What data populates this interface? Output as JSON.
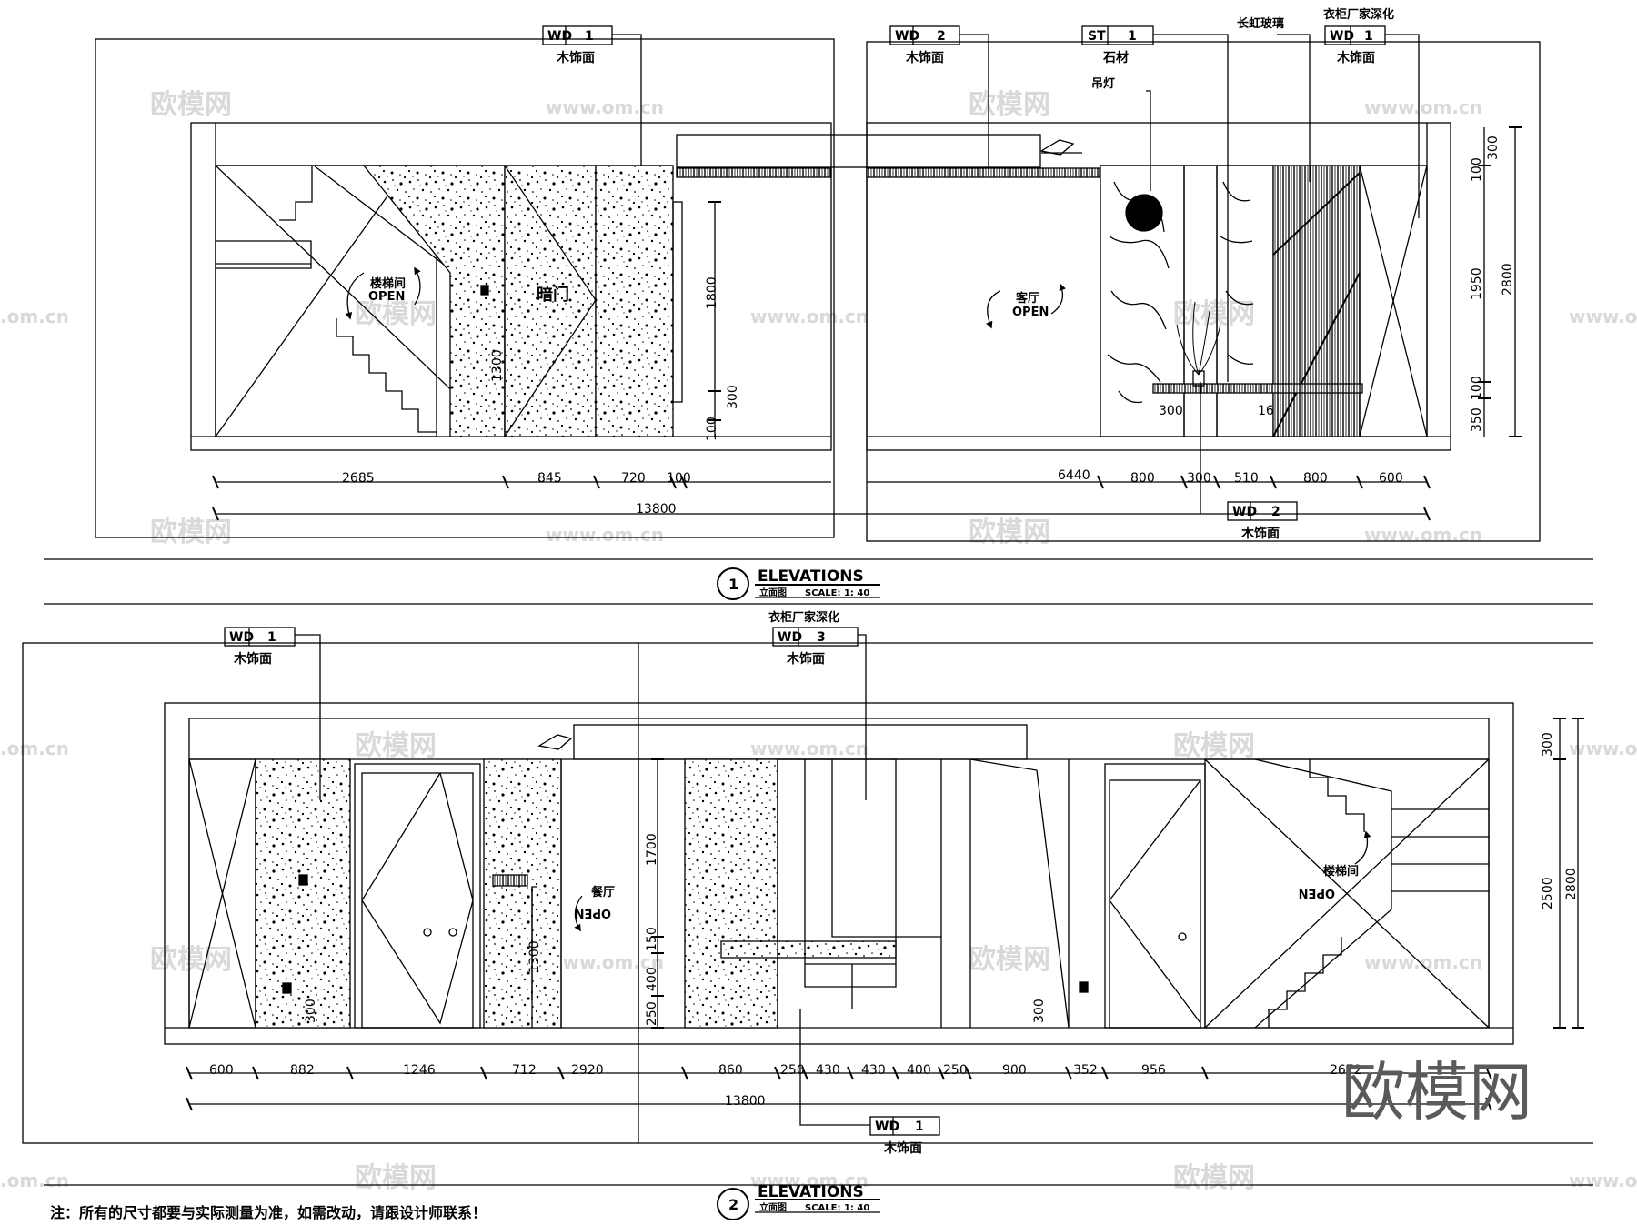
{
  "brand": "欧模网",
  "watermarks": [
    "欧模网",
    "www.om.cn",
    ".om.cn"
  ],
  "tags": {
    "wd1_a": {
      "code": "WD",
      "num": "1",
      "label": "木饰面"
    },
    "wd2_a": {
      "code": "WD",
      "num": "2",
      "label": "木饰面"
    },
    "st1": {
      "code": "ST",
      "num": "1",
      "label": "石材"
    },
    "wd1_b": {
      "code": "WD",
      "num": "1",
      "label": "木饰面"
    },
    "wd2_b": {
      "code": "WD",
      "num": "2",
      "label": "木饰面"
    },
    "wd1_c": {
      "code": "WD",
      "num": "1",
      "label": "木饰面"
    },
    "wd3": {
      "code": "WD",
      "num": "3",
      "label": "木饰面"
    },
    "wd1_d": {
      "code": "WD",
      "num": "1",
      "label": "木饰面"
    }
  },
  "annotations": {
    "changhong": "长虹玻璃",
    "wardrobe_top": "衣柜厂家深化",
    "wardrobe_mid": "衣柜厂家深化",
    "pendant": "吊灯",
    "stair_room": "楼梯间",
    "open": "OPEN",
    "hidden_door": "暗门",
    "living_room": "客厅",
    "dining_room": "餐厅",
    "stair_room_2": "楼梯间"
  },
  "sections": {
    "one": {
      "num": "1",
      "title": "ELEVATIONS",
      "sub": "立面图",
      "scale": "SCALE: 1: 40"
    },
    "two": {
      "num": "2",
      "title": "ELEVATIONS",
      "sub": "立面图",
      "scale": "SCALE: 1: 40"
    }
  },
  "dims_top": {
    "h": [
      "2685",
      "845",
      "720",
      "100",
      "6440",
      "800",
      "300",
      "510",
      "800",
      "600"
    ],
    "total": "13800",
    "v_left": [
      "1800",
      "1300",
      "300",
      "100"
    ],
    "v_right": [
      "300",
      "100",
      "1950",
      "100",
      "350",
      "2800"
    ],
    "inner": [
      "300",
      "16"
    ]
  },
  "dims_bottom": {
    "h": [
      "600",
      "882",
      "1246",
      "712",
      "2920",
      "860",
      "250",
      "430",
      "430",
      "400",
      "250",
      "900",
      "352",
      "956",
      "2672"
    ],
    "total": "13800",
    "v": [
      "1700",
      "150",
      "400",
      "250",
      "1300",
      "300",
      "300",
      "300",
      "2500",
      "2800"
    ]
  },
  "note": "注：所有的尺寸都要与实际测量为准，如需改动，请跟设计师联系！"
}
